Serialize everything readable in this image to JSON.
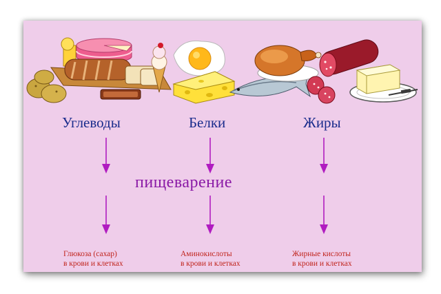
{
  "colors": {
    "background": "#efcdea",
    "category_text": "#1a2c8c",
    "process_text": "#8a1aa6",
    "arrow": "#b01cc0",
    "result_text": "#c0241c"
  },
  "illustration": {
    "icons": [
      "bread-icon",
      "cake-icon",
      "potato-icon",
      "ice-cream-icon",
      "fried-egg-icon",
      "cheese-icon",
      "fish-icon",
      "roast-chicken-icon",
      "sausage-icon",
      "butter-icon"
    ]
  },
  "categories": [
    {
      "label": "Углеводы",
      "result_line1": "Глюкоза (сахар)",
      "result_line2": "в крови и клетках"
    },
    {
      "label": "Белки",
      "result_line1": "Аминокислоты",
      "result_line2": "в крови и клетках"
    },
    {
      "label": "Жиры",
      "result_line1": "Жирные кислоты",
      "result_line2": "в крови и клетках"
    }
  ],
  "process": "пищеварение"
}
